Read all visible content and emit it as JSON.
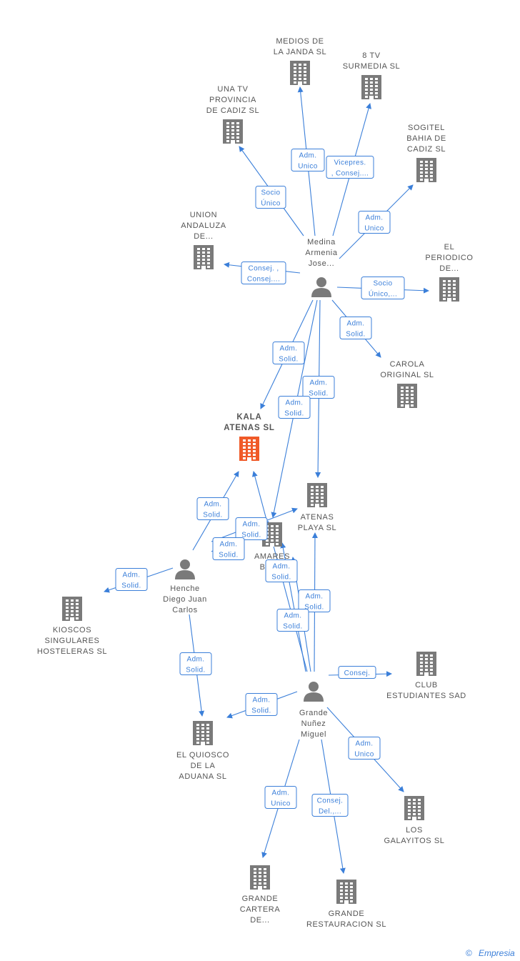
{
  "colors": {
    "edge": "#3b7fd9",
    "building": "#7a7a7a",
    "highlight": "#f05a28",
    "person": "#7a7a7a",
    "text": "#555555"
  },
  "companies": [
    {
      "id": "medios",
      "label": [
        "MEDIOS DE",
        "LA JANDA SL"
      ],
      "highlight": false
    },
    {
      "id": "8tv",
      "label": [
        "8 TV",
        "SURMEDIA SL"
      ],
      "highlight": false
    },
    {
      "id": "unatv",
      "label": [
        "UNA TV",
        "PROVINCIA",
        "DE CADIZ SL"
      ],
      "highlight": false
    },
    {
      "id": "sogitel",
      "label": [
        "SOGITEL",
        "BAHIA DE",
        "CADIZ SL"
      ],
      "highlight": false
    },
    {
      "id": "union",
      "label": [
        "UNION",
        "ANDALUZA",
        "DE..."
      ],
      "highlight": false
    },
    {
      "id": "periodico",
      "label": [
        "EL",
        "PERIODICO",
        "DE..."
      ],
      "highlight": false
    },
    {
      "id": "carola",
      "label": [
        "CAROLA",
        "ORIGINAL SL"
      ],
      "highlight": false
    },
    {
      "id": "kala",
      "label": [
        "KALA",
        "ATENAS SL"
      ],
      "highlight": true
    },
    {
      "id": "atenas",
      "label": [
        "ATENAS",
        "PLAYA SL"
      ],
      "highlight": false
    },
    {
      "id": "amares",
      "label": [
        "AMARES",
        "BEA..."
      ],
      "highlight": false
    },
    {
      "id": "kioscos",
      "label": [
        "KIOSCOS",
        "SINGULARES",
        "HOSTELERAS SL"
      ],
      "highlight": false
    },
    {
      "id": "club",
      "label": [
        "CLUB",
        "ESTUDIANTES SAD"
      ],
      "highlight": false
    },
    {
      "id": "quiosco",
      "label": [
        "EL QUIOSCO",
        "DE LA",
        "ADUANA SL"
      ],
      "highlight": false
    },
    {
      "id": "galayitos",
      "label": [
        "LOS",
        "GALAYITOS SL"
      ],
      "highlight": false
    },
    {
      "id": "cartera",
      "label": [
        "GRANDE",
        "CARTERA",
        "DE..."
      ],
      "highlight": false
    },
    {
      "id": "restauracion",
      "label": [
        "GRANDE",
        "RESTAURACION SL"
      ],
      "highlight": false
    }
  ],
  "persons": [
    {
      "id": "medina",
      "label": [
        "Medina",
        "Armenia",
        "Jose..."
      ]
    },
    {
      "id": "henche",
      "label": [
        "Henche",
        "Diego Juan",
        "Carlos"
      ]
    },
    {
      "id": "grande",
      "label": [
        "Grande",
        "Nuñez",
        "Miguel"
      ]
    }
  ],
  "relations": [
    {
      "id": "r1",
      "lines": [
        "Adm.",
        "Unico"
      ]
    },
    {
      "id": "r2",
      "lines": [
        "Vicepres.",
        ", Consej...."
      ]
    },
    {
      "id": "r3",
      "lines": [
        "Socio",
        "Único"
      ]
    },
    {
      "id": "r4",
      "lines": [
        "Adm.",
        "Unico"
      ]
    },
    {
      "id": "r5",
      "lines": [
        "Consej. ,",
        "Consej...."
      ]
    },
    {
      "id": "r6",
      "lines": [
        "Socio",
        "Único,..."
      ]
    },
    {
      "id": "r7",
      "lines": [
        "Adm.",
        "Solid."
      ]
    },
    {
      "id": "r8",
      "lines": [
        "Adm.",
        "Solid."
      ]
    },
    {
      "id": "r9",
      "lines": [
        "Adm.",
        "Solid."
      ]
    },
    {
      "id": "r10",
      "lines": [
        "Adm.",
        "Solid."
      ]
    },
    {
      "id": "r11",
      "lines": [
        "Adm.",
        "Solid."
      ]
    },
    {
      "id": "r12",
      "lines": [
        "Adm.",
        "Solid."
      ]
    },
    {
      "id": "r13",
      "lines": [
        "Adm.",
        "Solid."
      ]
    },
    {
      "id": "r14",
      "lines": [
        "Adm.",
        "Solid."
      ]
    },
    {
      "id": "r15",
      "lines": [
        "Adm.",
        "Solid."
      ]
    },
    {
      "id": "r16",
      "lines": [
        "Adm.",
        "Solid."
      ]
    },
    {
      "id": "r17",
      "lines": [
        "Adm.",
        "Solid."
      ]
    },
    {
      "id": "r18",
      "lines": [
        "Adm.",
        "Solid."
      ]
    },
    {
      "id": "r19",
      "lines": [
        "Consej."
      ]
    },
    {
      "id": "r20",
      "lines": [
        "Adm.",
        "Solid."
      ]
    },
    {
      "id": "r21",
      "lines": [
        "Adm.",
        "Unico"
      ]
    },
    {
      "id": "r22",
      "lines": [
        "Adm.",
        "Unico"
      ]
    },
    {
      "id": "r23",
      "lines": [
        "Consej.",
        "Del.,..."
      ]
    }
  ],
  "footer": {
    "copyright": "©",
    "brand": "Empresia"
  }
}
